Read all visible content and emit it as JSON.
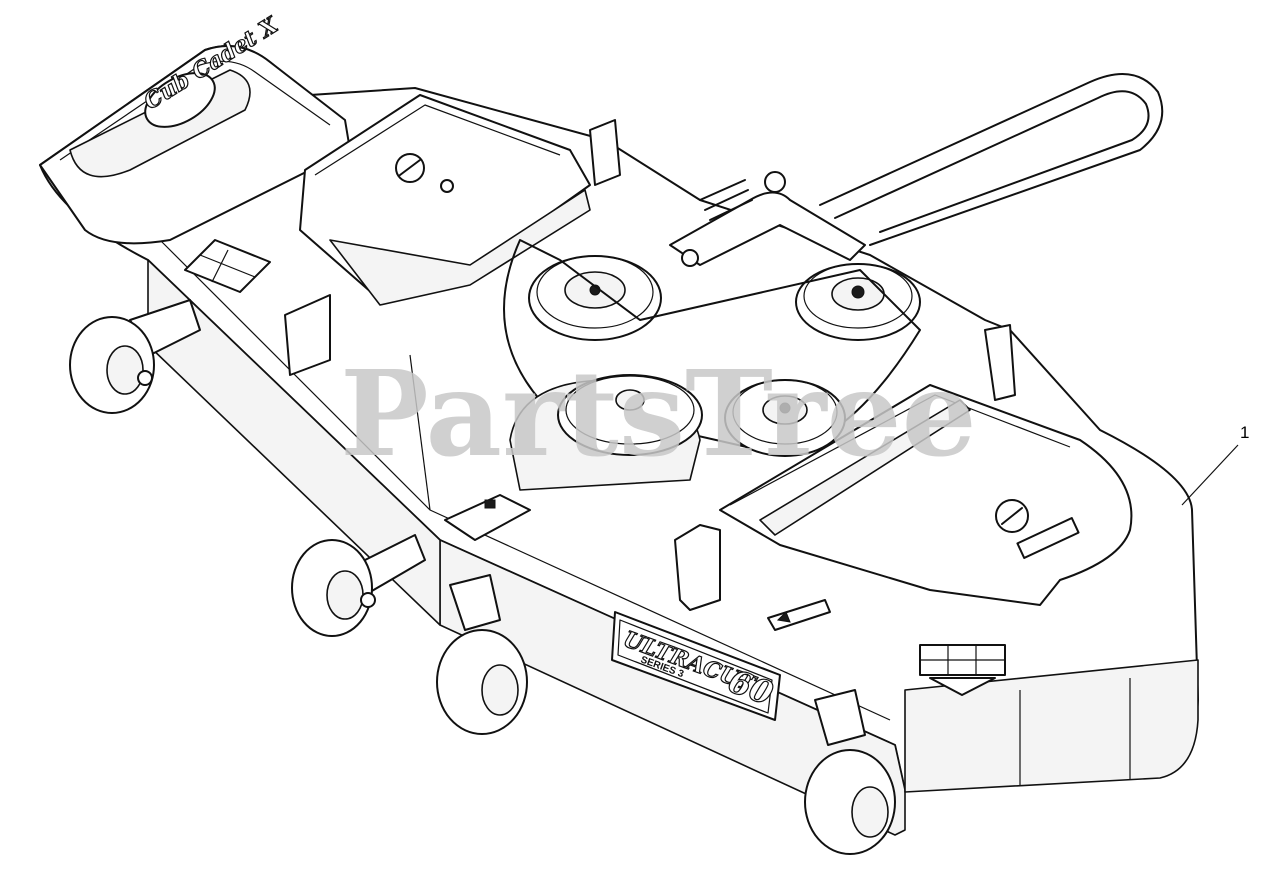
{
  "diagram": {
    "watermark": "PartsTree",
    "callouts": [
      {
        "label": "1"
      }
    ],
    "decals": {
      "model_badge": "ULTRACUT",
      "model_number": "60",
      "series": "SERIES 3",
      "brand_logo": "Cub Cadet X"
    }
  }
}
